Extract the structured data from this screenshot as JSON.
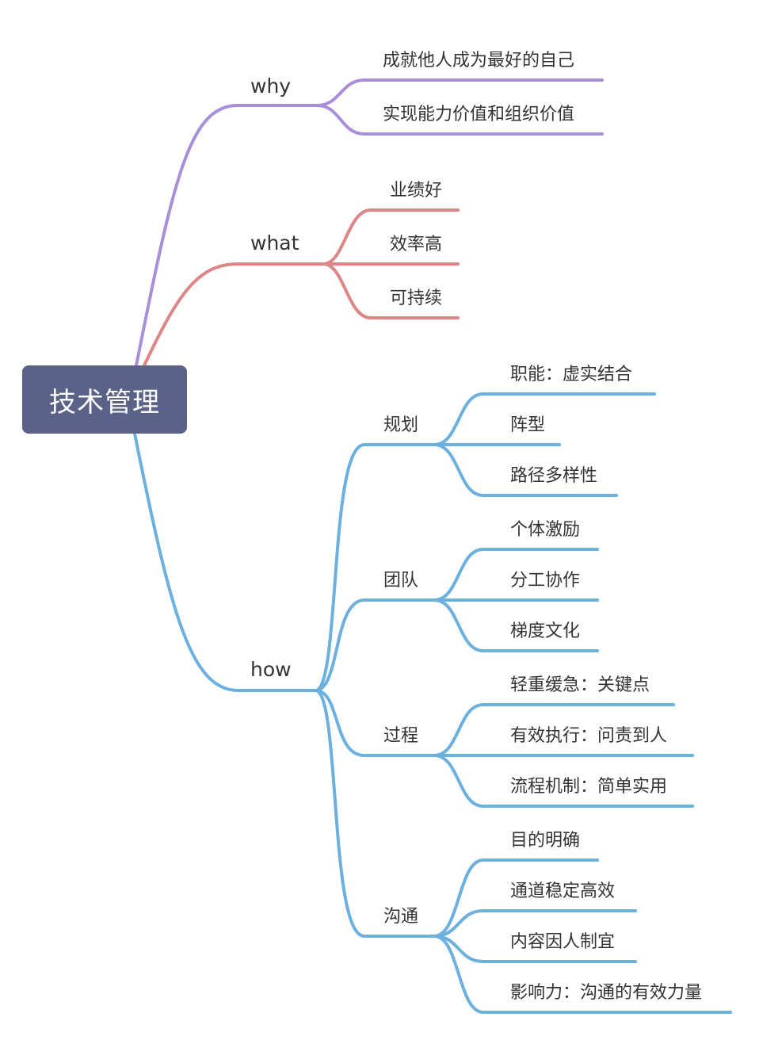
{
  "colors": {
    "root_bg": "#5b6287",
    "why": "#a98ed9",
    "what": "#de8585",
    "how": "#6cb0e0",
    "text": "#333333"
  },
  "root": {
    "label": "技术管理"
  },
  "branches": {
    "why": {
      "label": "why",
      "children": [
        "成就他人成为最好的自己",
        "实现能力价值和组织价值"
      ]
    },
    "what": {
      "label": "what",
      "children": [
        "业绩好",
        "效率高",
        "可持续"
      ]
    },
    "how": {
      "label": "how",
      "children": [
        {
          "label": "规划",
          "children": [
            "职能：虚实结合",
            "阵型",
            "路径多样性"
          ]
        },
        {
          "label": "团队",
          "children": [
            "个体激励",
            "分工协作",
            "梯度文化"
          ]
        },
        {
          "label": "过程",
          "children": [
            "轻重缓急：关键点",
            "有效执行：问责到人",
            "流程机制：简单实用"
          ]
        },
        {
          "label": "沟通",
          "children": [
            "目的明确",
            "通道稳定高效",
            "内容因人制宜",
            "影响力：沟通的有效力量"
          ]
        }
      ]
    }
  }
}
